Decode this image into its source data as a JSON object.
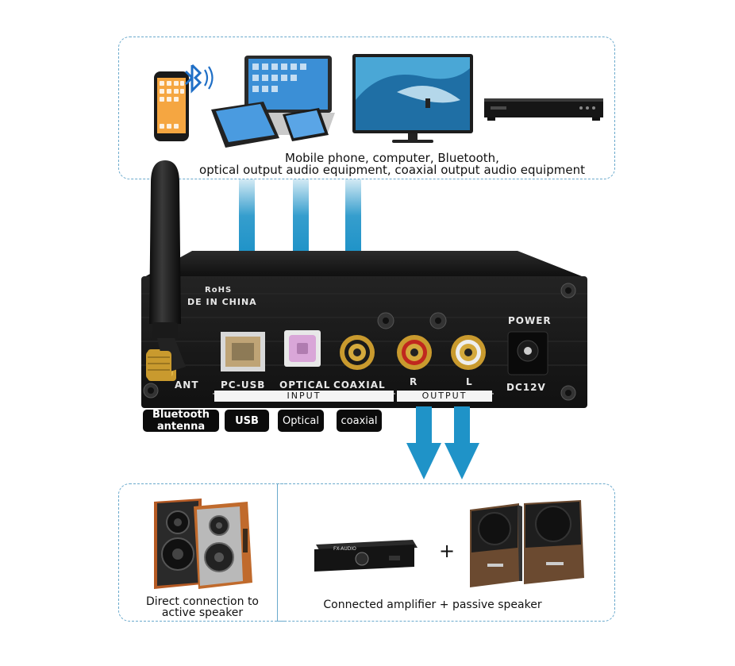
{
  "top": {
    "caption_line1": "Mobile phone, computer, Bluetooth,",
    "caption_line2": "optical  output audio equipment, coaxial output audio equipment"
  },
  "device": {
    "rohs": "RoHS",
    "made_in": "DE IN CHINA",
    "power": "POWER",
    "dc": "DC12V",
    "ports": {
      "ant": "ANT",
      "pc_usb": "PC-USB",
      "optical": "OPTICAL",
      "coaxial": "COAXIAL",
      "r": "R",
      "l": "L"
    },
    "input_label": "INPUT",
    "output_label": "OUTPUT"
  },
  "tags": {
    "bluetooth": "Bluetooth antenna",
    "usb": "USB",
    "optical": "Optical",
    "coaxial": "coaxial"
  },
  "bottom": {
    "left_caption_line1": "Direct connection to",
    "left_caption_line2": "active speaker",
    "right_caption": "Connected amplifier + passive speaker",
    "plus": "+",
    "amp_label": "FX-AUDIO"
  },
  "colors": {
    "arrow": "#1f93c8",
    "dashed_border": "#6aa9cc",
    "chassis": "#151515",
    "rca_red": "#c0281e",
    "optical_pink": "#d9a6d8",
    "gold": "#c99a2e"
  }
}
